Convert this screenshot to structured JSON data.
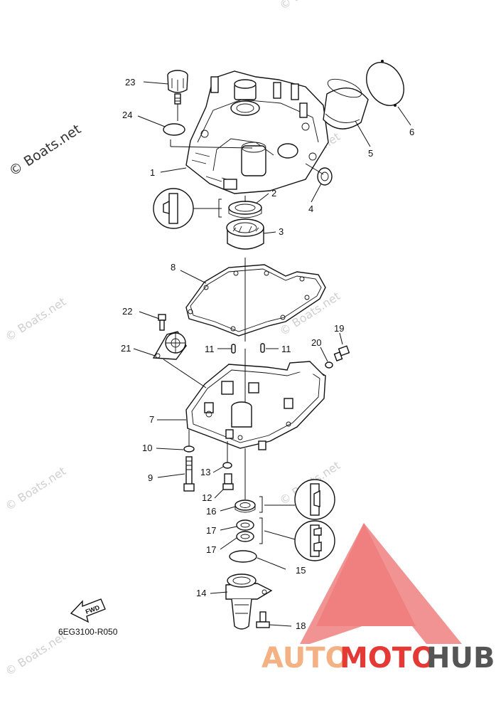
{
  "diagram_code": "6EG3100-R050",
  "watermark_main": "© Boats.net",
  "watermark_repeat": "© Boats.net",
  "fwd_label": "FWD",
  "brand": {
    "auto": "AUTO",
    "moto": "MOTO",
    "hub": "HUB",
    "auto_color": "#f4b183",
    "moto_color": "#e53935",
    "hub_color": "#555555",
    "triangle_color": "#f08080"
  },
  "callouts": {
    "c1": "1",
    "c2": "2",
    "c3": "3",
    "c4": "4",
    "c5": "5",
    "c6": "6",
    "c7": "7",
    "c8": "8",
    "c9": "9",
    "c10": "10",
    "c11a": "11",
    "c11b": "11",
    "c12": "12",
    "c13": "13",
    "c14": "14",
    "c15": "15",
    "c16": "16",
    "c17a": "17",
    "c17b": "17",
    "c18": "18",
    "c19": "19",
    "c20": "20",
    "c21": "21",
    "c22": "22",
    "c23": "23",
    "c24": "24"
  }
}
